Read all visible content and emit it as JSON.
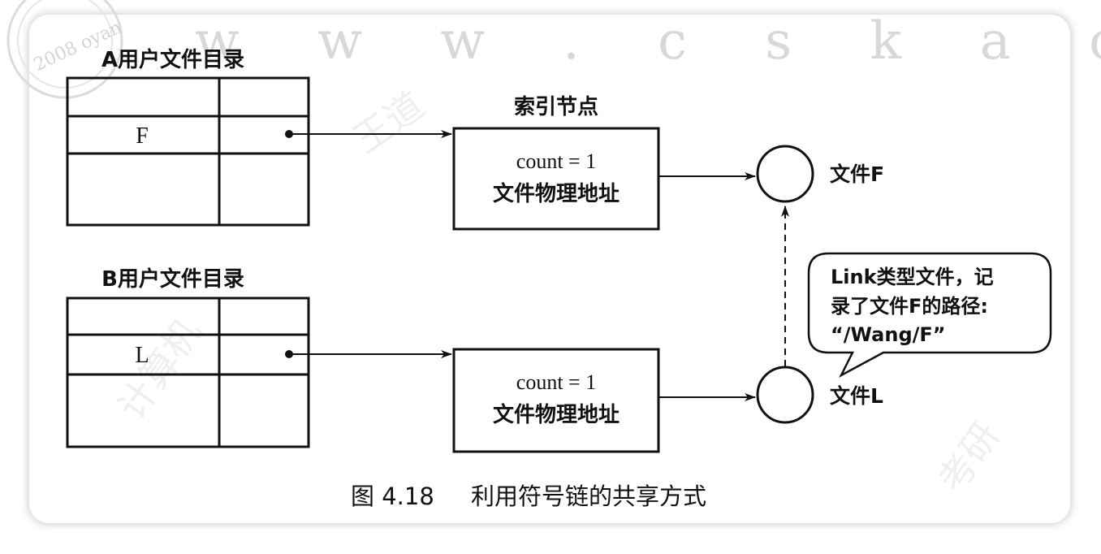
{
  "watermark": {
    "url": "w w w . c s k a o y a n . c",
    "seal": "2008 oyan",
    "faint": [
      "王道",
      "计算机",
      "考研"
    ]
  },
  "dir_a": {
    "title": "A用户文件目录",
    "entry": "F"
  },
  "dir_b": {
    "title": "B用户文件目录",
    "entry": "L"
  },
  "index_node": {
    "title": "索引节点",
    "top": {
      "line1": "count = 1",
      "line2": "文件物理地址"
    },
    "bottom": {
      "line1": "count = 1",
      "line2": "文件物理地址"
    }
  },
  "files": {
    "f_label": "文件F",
    "l_label": "文件L"
  },
  "callout": {
    "line1": "Link类型文件，记",
    "line2": "录了文件F的路径:",
    "line3": "“/Wang/F”"
  },
  "caption": {
    "number": "图 4.18",
    "text": "利用符号链的共享方式"
  }
}
